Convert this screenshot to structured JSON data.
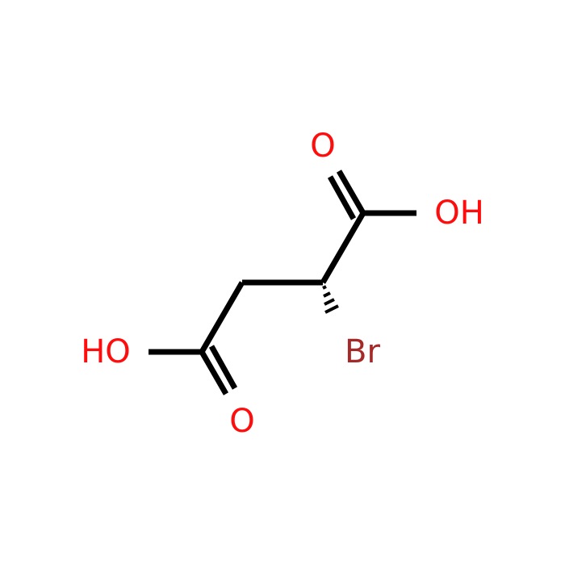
{
  "atoms": {
    "o_top": {
      "label": "O",
      "color": "#ff0d0d"
    },
    "oh_right": {
      "label": "OH",
      "color": "#ff0d0d"
    },
    "ho_left": {
      "label": "HO",
      "color": "#ff0d0d"
    },
    "o_bottom": {
      "label": "O",
      "color": "#ff0d0d"
    },
    "br": {
      "label": "Br",
      "color": "#a62929"
    }
  },
  "bond_color": "#000000"
}
